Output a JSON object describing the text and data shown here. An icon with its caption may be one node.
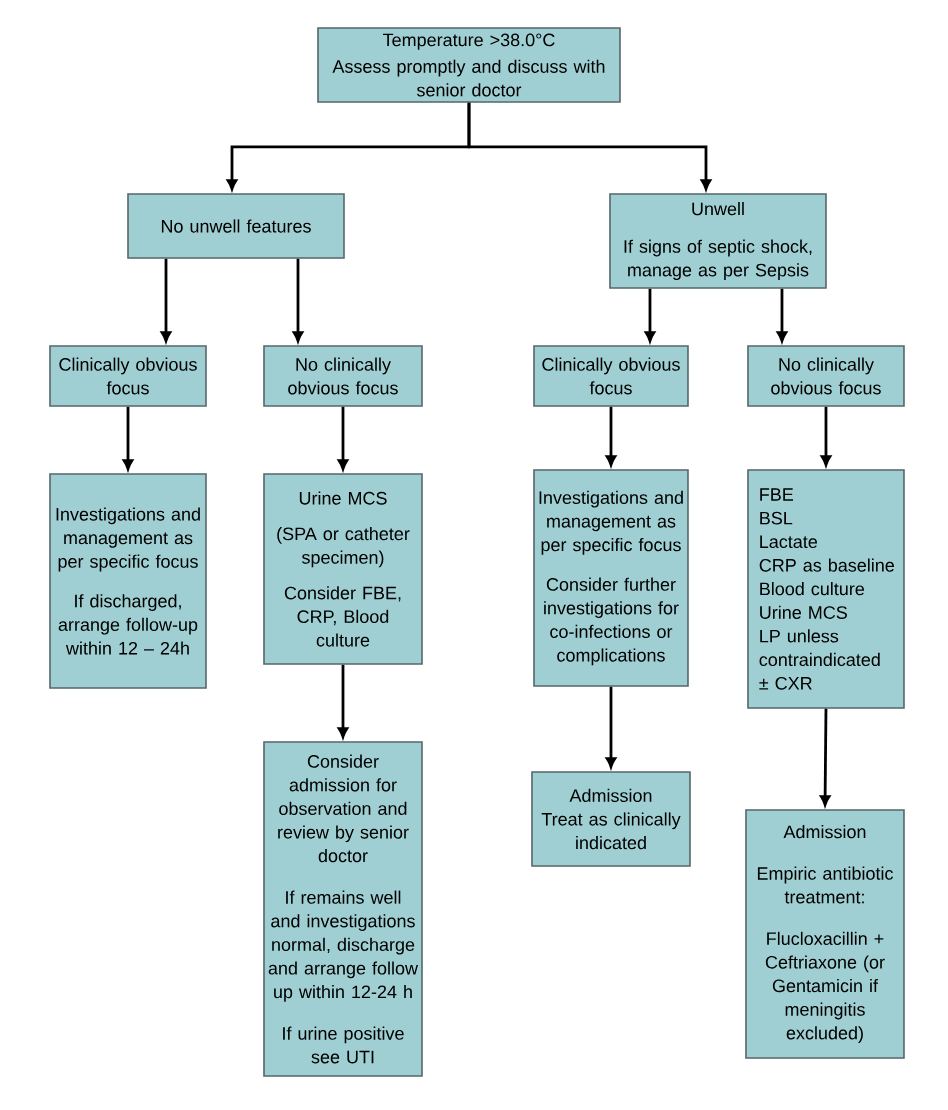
{
  "diagram": {
    "nodes": [
      {
        "text": [
          "Temperature >38.0°C",
          "Assess promptly and discuss with senior doctor"
        ]
      },
      {
        "text": [
          "No unwell features"
        ]
      },
      {
        "text": [
          "Unwell",
          "If signs of septic shock, manage as per Sepsis"
        ]
      },
      {
        "text": [
          "Clinically obvious focus"
        ]
      },
      {
        "text": [
          "No clinically obvious focus"
        ]
      },
      {
        "text": [
          "Clinically obvious focus"
        ]
      },
      {
        "text": [
          "No clinically obvious focus"
        ]
      },
      {
        "text": [
          "Investigations and management as per specific focus",
          "If discharged, arrange follow-up within 12 – 24h"
        ]
      },
      {
        "text": [
          "Urine MCS",
          "(SPA or catheter specimen)",
          "Consider FBE, CRP, Blood culture"
        ]
      },
      {
        "text": [
          "Investigations and management as per specific focus",
          "Consider further investigations for co-infections or complications"
        ]
      },
      {
        "text": [
          "FBE",
          "BSL",
          "Lactate",
          "CRP as baseline",
          "Blood culture",
          "Urine MCS",
          "LP unless contraindicated",
          "± CXR"
        ]
      },
      {
        "text": [
          "Consider admission for observation and review by senior doctor",
          "If remains well and investigations normal, discharge and arrange follow up within 12-24 h",
          "If urine positive see UTI"
        ]
      },
      {
        "text": [
          "Admission",
          "Treat as clinically indicated"
        ]
      },
      {
        "text": [
          "Admission",
          "Empiric antibiotic treatment:",
          "Flucloxacillin + Ceftriaxone (or Gentamicin if meningitis excluded)"
        ]
      }
    ],
    "edges": [
      {
        "from": 0,
        "to": 1,
        "arrow": "to"
      },
      {
        "from": 0,
        "to": 2,
        "arrow": "to"
      },
      {
        "from": 1,
        "to": 3,
        "arrow": "to"
      },
      {
        "from": 1,
        "to": 4,
        "arrow": "to"
      },
      {
        "from": 2,
        "to": 5,
        "arrow": "to"
      },
      {
        "from": 2,
        "to": 6,
        "arrow": "to"
      },
      {
        "from": 3,
        "to": 7,
        "arrow": "to"
      },
      {
        "from": 4,
        "to": 8,
        "arrow": "to"
      },
      {
        "from": 5,
        "to": 9,
        "arrow": "to"
      },
      {
        "from": 6,
        "to": 10,
        "arrow": "to"
      },
      {
        "from": 8,
        "to": 11,
        "arrow": "to"
      },
      {
        "from": 9,
        "to": 12,
        "arrow": "to"
      },
      {
        "from": 10,
        "to": 13,
        "arrow": "to"
      }
    ]
  }
}
